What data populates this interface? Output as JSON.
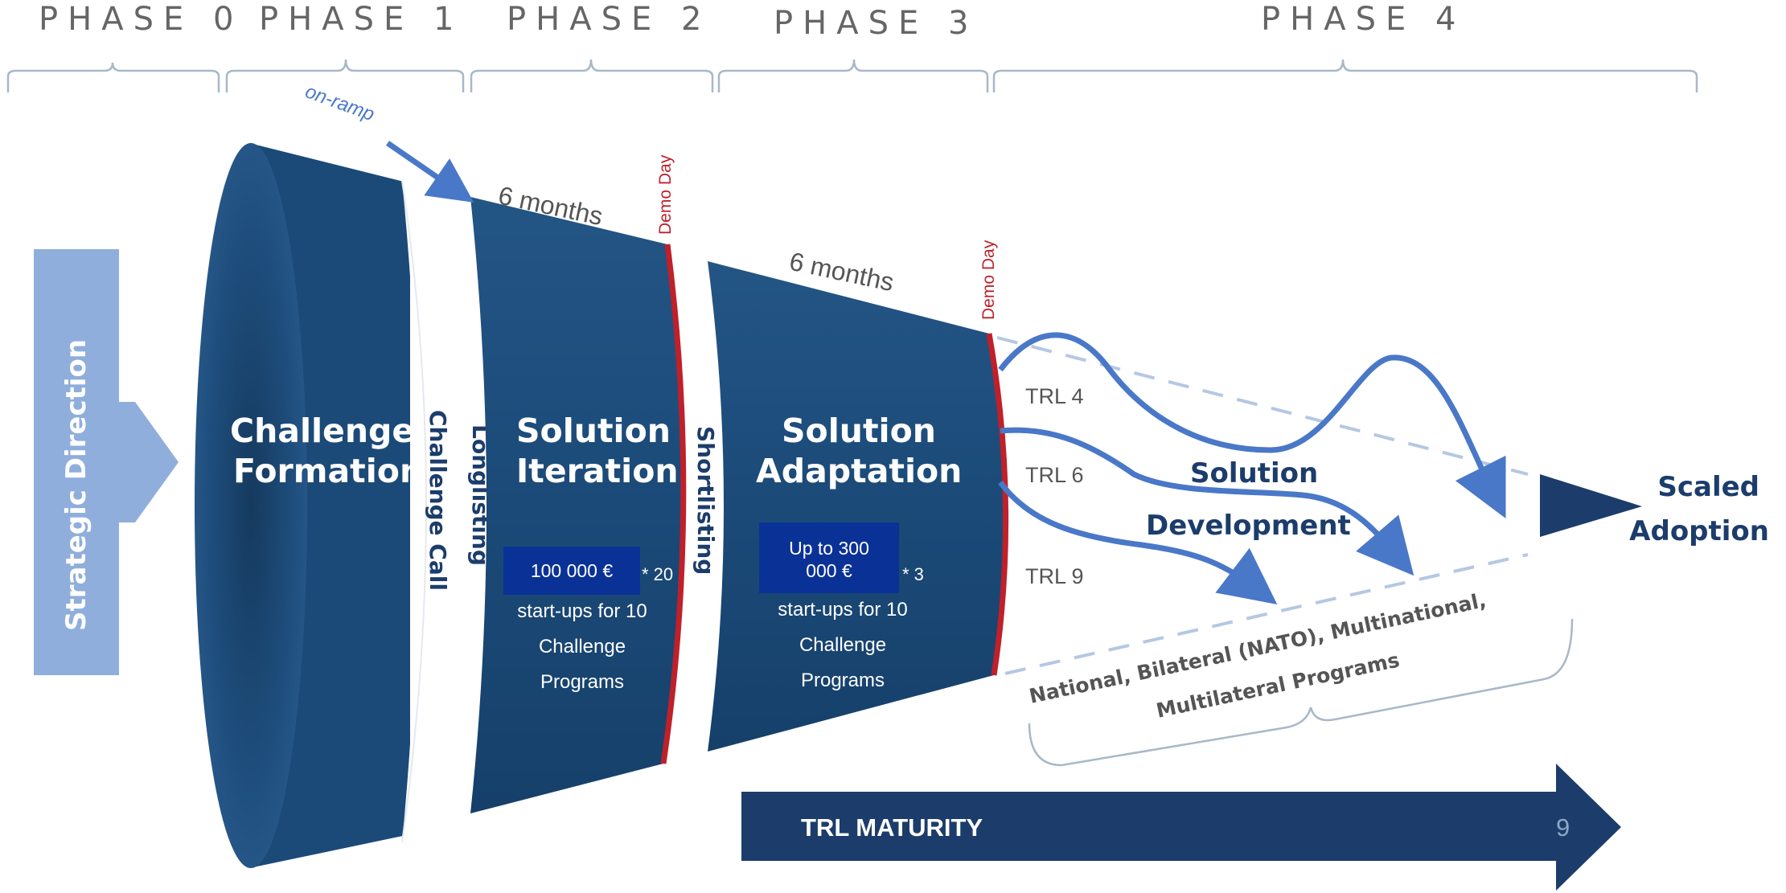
{
  "phases": [
    "PHASE 0",
    "PHASE 1",
    "PHASE 2",
    "PHASE 3",
    "PHASE 4"
  ],
  "strategic_direction": "Strategic Direction",
  "on_ramp": "on-ramp",
  "challenge_formation": {
    "line1": "Challenge",
    "line2": "Formation"
  },
  "challenge_call": "Challenge Call",
  "longlisting": "Longlisting",
  "solution_iteration": {
    "line1": "Solution",
    "line2": "Iteration",
    "duration": "6 months",
    "funding": "100 000 €",
    "multiplier": "* 20",
    "desc1": "start-ups for 10",
    "desc2": "Challenge",
    "desc3": "Programs"
  },
  "shortlisting": "Shortlisting",
  "solution_adaptation": {
    "line1": "Solution",
    "line2": "Adaptation",
    "duration": "6 months",
    "funding1": "Up to 300",
    "funding2": "000 €",
    "multiplier": "* 3",
    "desc1": "start-ups for 10",
    "desc2": "Challenge",
    "desc3": "Programs"
  },
  "demo_day": "Demo Day",
  "trl_levels": [
    "TRL 4",
    "TRL 6",
    "TRL 9"
  ],
  "solution_development": {
    "line1": "Solution",
    "line2": "Development"
  },
  "programs": {
    "line1": "National, Bilateral (NATO), Multinational,",
    "line2": "Multilateral Programs"
  },
  "scaled_adoption": {
    "line1": "Scaled",
    "line2": "Adoption"
  },
  "trl_maturity": {
    "label": "TRL MATURITY",
    "value": "9"
  },
  "colors": {
    "navy": "#1c4b78",
    "dark_navy": "#1c3d6b",
    "light_blue": "#8faedc",
    "curve_blue": "#4a78c8",
    "demo_red": "#c0202a",
    "funding_box": "#0a3296"
  }
}
